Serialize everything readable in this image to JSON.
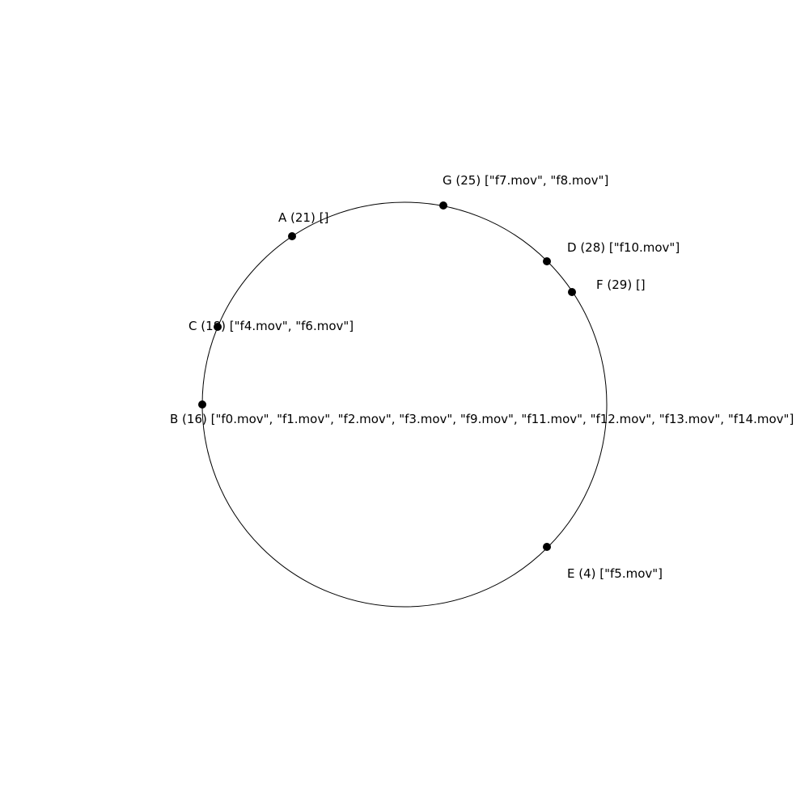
{
  "ring": {
    "nodes": [
      {
        "id": "A",
        "label": "A (21) []"
      },
      {
        "id": "G",
        "label": "G (25) [\"f7.mov\", \"f8.mov\"]"
      },
      {
        "id": "D",
        "label": "D (28) [\"f10.mov\"]"
      },
      {
        "id": "F",
        "label": "F (29) []"
      },
      {
        "id": "C",
        "label": "C (18) [\"f4.mov\", \"f6.mov\"]"
      },
      {
        "id": "B",
        "label": "B (16) [\"f0.mov\", \"f1.mov\", \"f2.mov\", \"f3.mov\", \"f9.mov\", \"f11.mov\", \"f12.mov\", \"f13.mov\", \"f14.mov\"]"
      },
      {
        "id": "E",
        "label": "E (4) [\"f5.mov\"]"
      }
    ]
  },
  "colors": {
    "ring_stroke": "#000000",
    "node_fill": "#000000",
    "text": "#000000"
  }
}
